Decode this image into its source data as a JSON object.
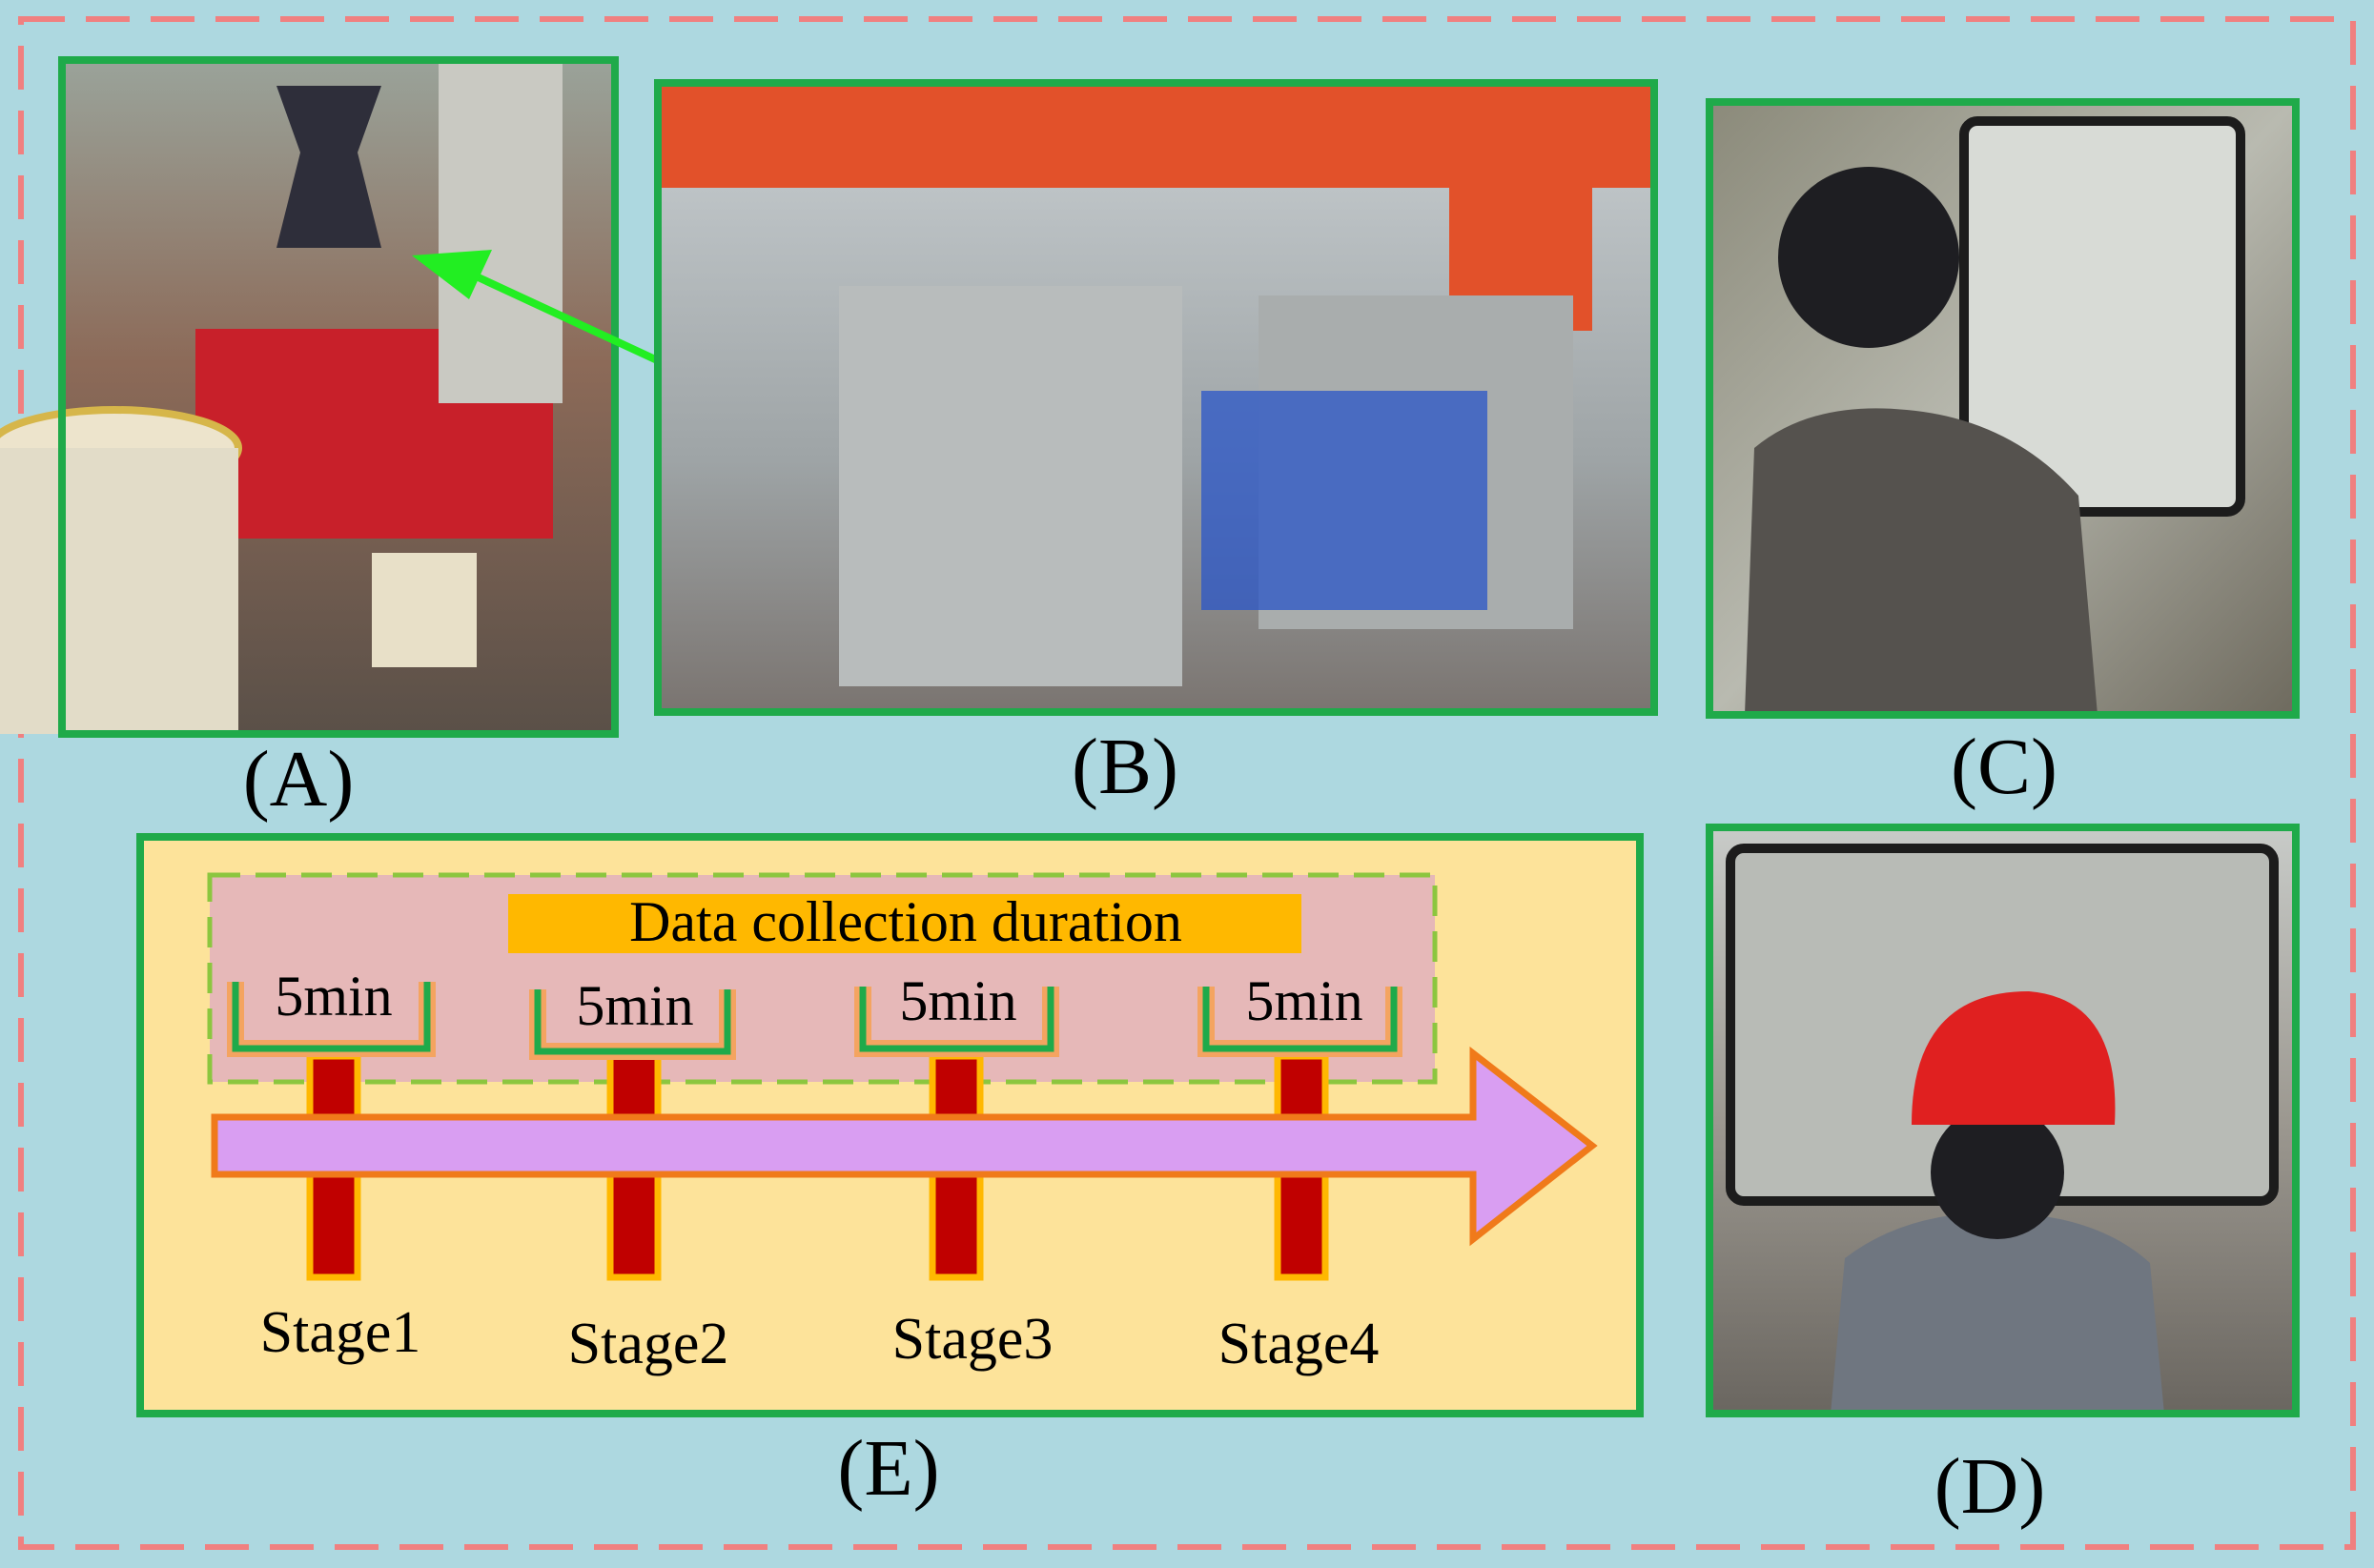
{
  "colors": {
    "background": "#add8e0",
    "outer_border": "#f08080",
    "frame_border": "#1faa4a",
    "timeline_bg": "#fde39a",
    "collection_box_bg": "#e6b8b8",
    "collection_box_border": "#8cc63f",
    "title_highlight": "#ffb800",
    "arrow_fill": "#d99ef2",
    "arrow_stroke": "#f07a1a",
    "stage_bar": "#c00000",
    "stage_bar_outline": "#ffb800",
    "bracket_outer": "#f4a460",
    "bracket_inner": "#1faa4a",
    "pointer_arrow": "#22ee22"
  },
  "panels": {
    "a": {
      "label": "(A)",
      "content": "photo: laboratory mock-up with conical test piece"
    },
    "b": {
      "label": "(B)",
      "content": "photo: overhead crane lifting a load in test hall"
    },
    "c": {
      "label": "(C)",
      "content": "photo: crane operator in cab, side view"
    },
    "d": {
      "label": "(D)",
      "content": "photo: crane operator with red helmet and sensor, rear view"
    },
    "e": {
      "label": "(E)"
    }
  },
  "timeline": {
    "title": "Data collection duration",
    "duration_label": "5min",
    "stages": [
      "Stage1",
      "Stage2",
      "Stage3",
      "Stage4"
    ]
  }
}
